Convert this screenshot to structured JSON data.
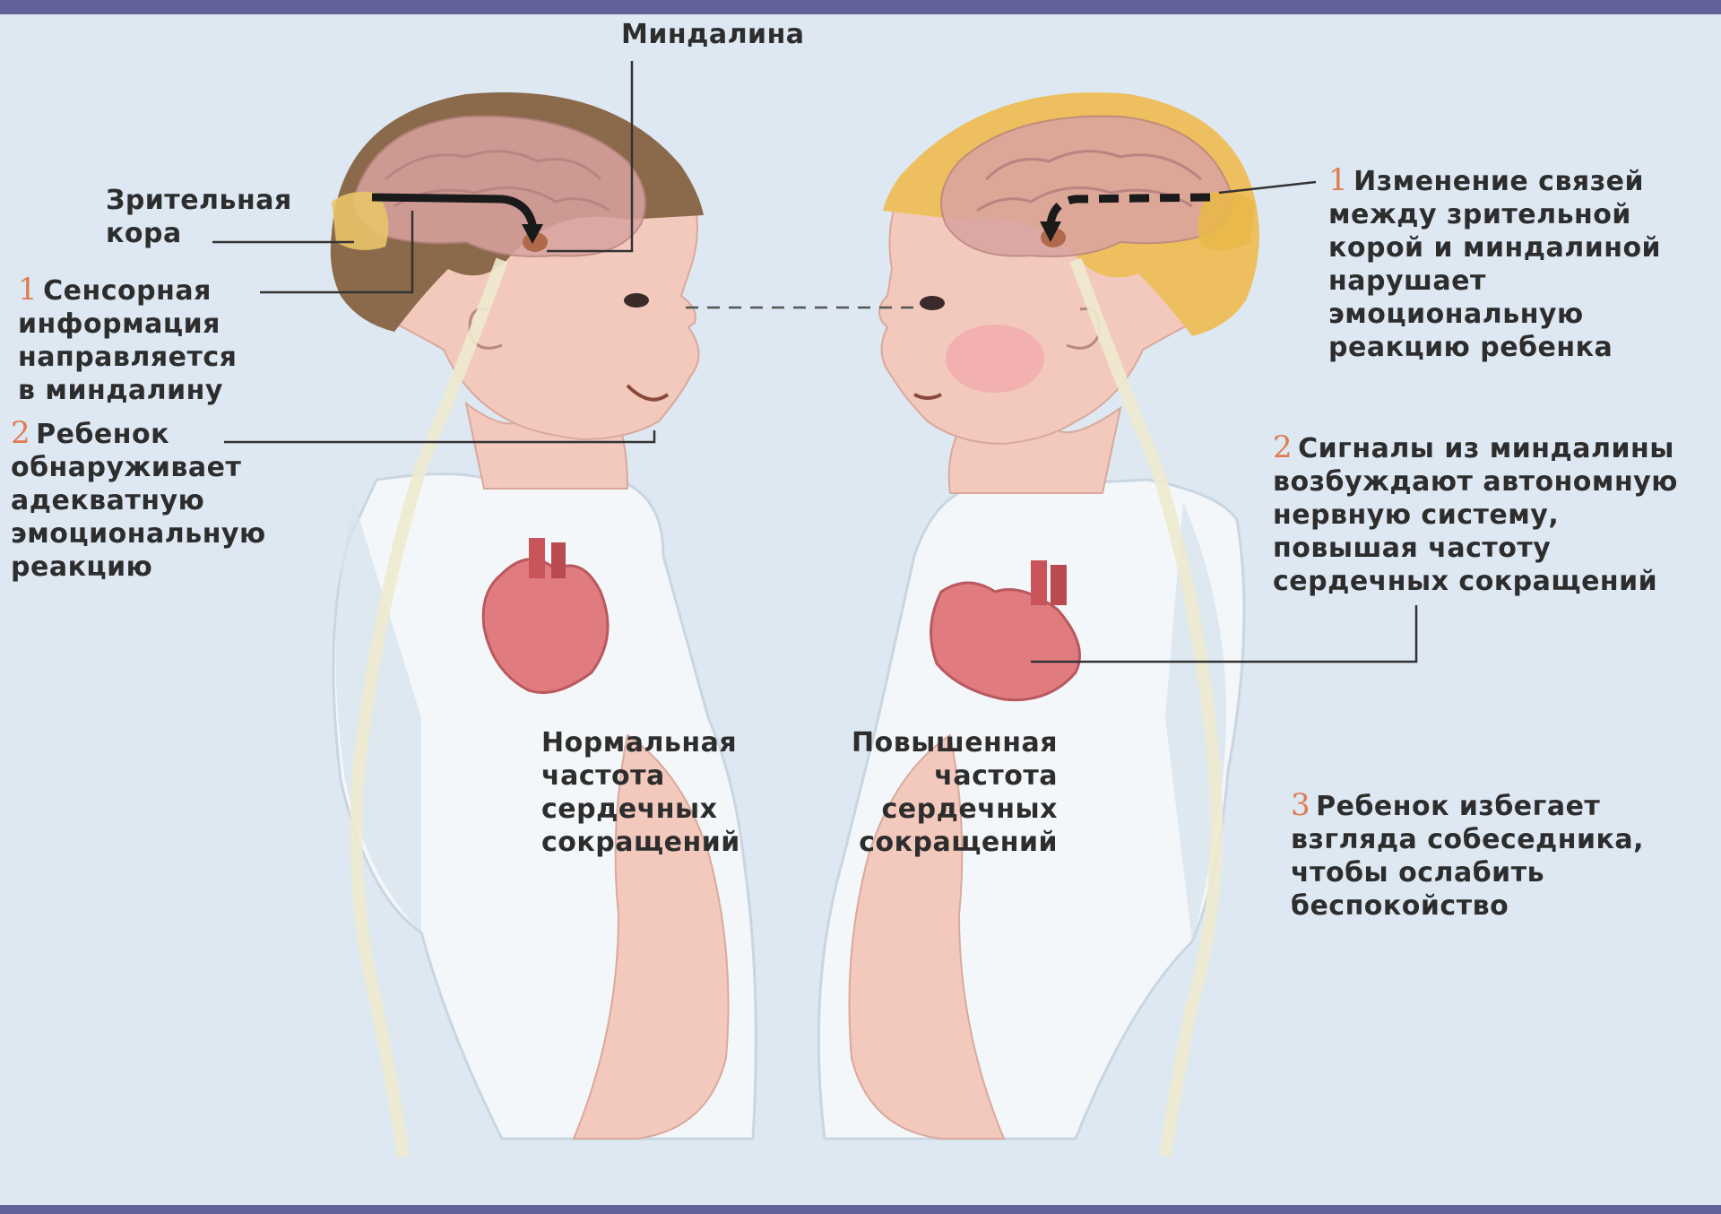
{
  "labels": {
    "amygdala": "Миндалина",
    "visual_cortex": [
      "Зрительная",
      "кора"
    ],
    "left_1": {
      "num": "1",
      "lines": [
        "Сенсорная",
        "информация",
        "направляется",
        "в миндалину"
      ]
    },
    "left_2": {
      "num": "2",
      "lines": [
        "Ребенок",
        "обнаруживает",
        "адекватную",
        "эмоциональную",
        "реакцию"
      ]
    },
    "right_1": {
      "num": "1",
      "lines": [
        "Изменение связей",
        "между зрительной",
        "корой и миндалиной",
        "нарушает",
        "эмоциональную",
        "реакцию ребенка"
      ]
    },
    "right_2": {
      "num": "2",
      "lines": [
        "Сигналы из миндалины",
        "возбуждают автономную",
        "нервную систему,",
        "повышая частоту",
        "сердечных сокращений"
      ]
    },
    "right_3": {
      "num": "3",
      "lines": [
        "Ребенок избегает",
        "взгляда собеседника,",
        "чтобы ослабить",
        "беспокойство"
      ]
    },
    "normal_hr": [
      "Нормальная",
      "частота",
      "сердечных",
      "сокращений"
    ],
    "elevated_hr": [
      "Повышенная",
      "частота",
      "сердечных",
      "сокращений"
    ]
  },
  "colors": {
    "background": "#dde8f3",
    "band": "#62619a",
    "number_accent": "#e07b50",
    "left_hair": "#8a6a4a",
    "right_hair": "#eebf5e",
    "skin": "#f3c9bd",
    "brain": "#d9a3a0",
    "heart": "#e07b80",
    "shirt": "#f4f7fa"
  }
}
